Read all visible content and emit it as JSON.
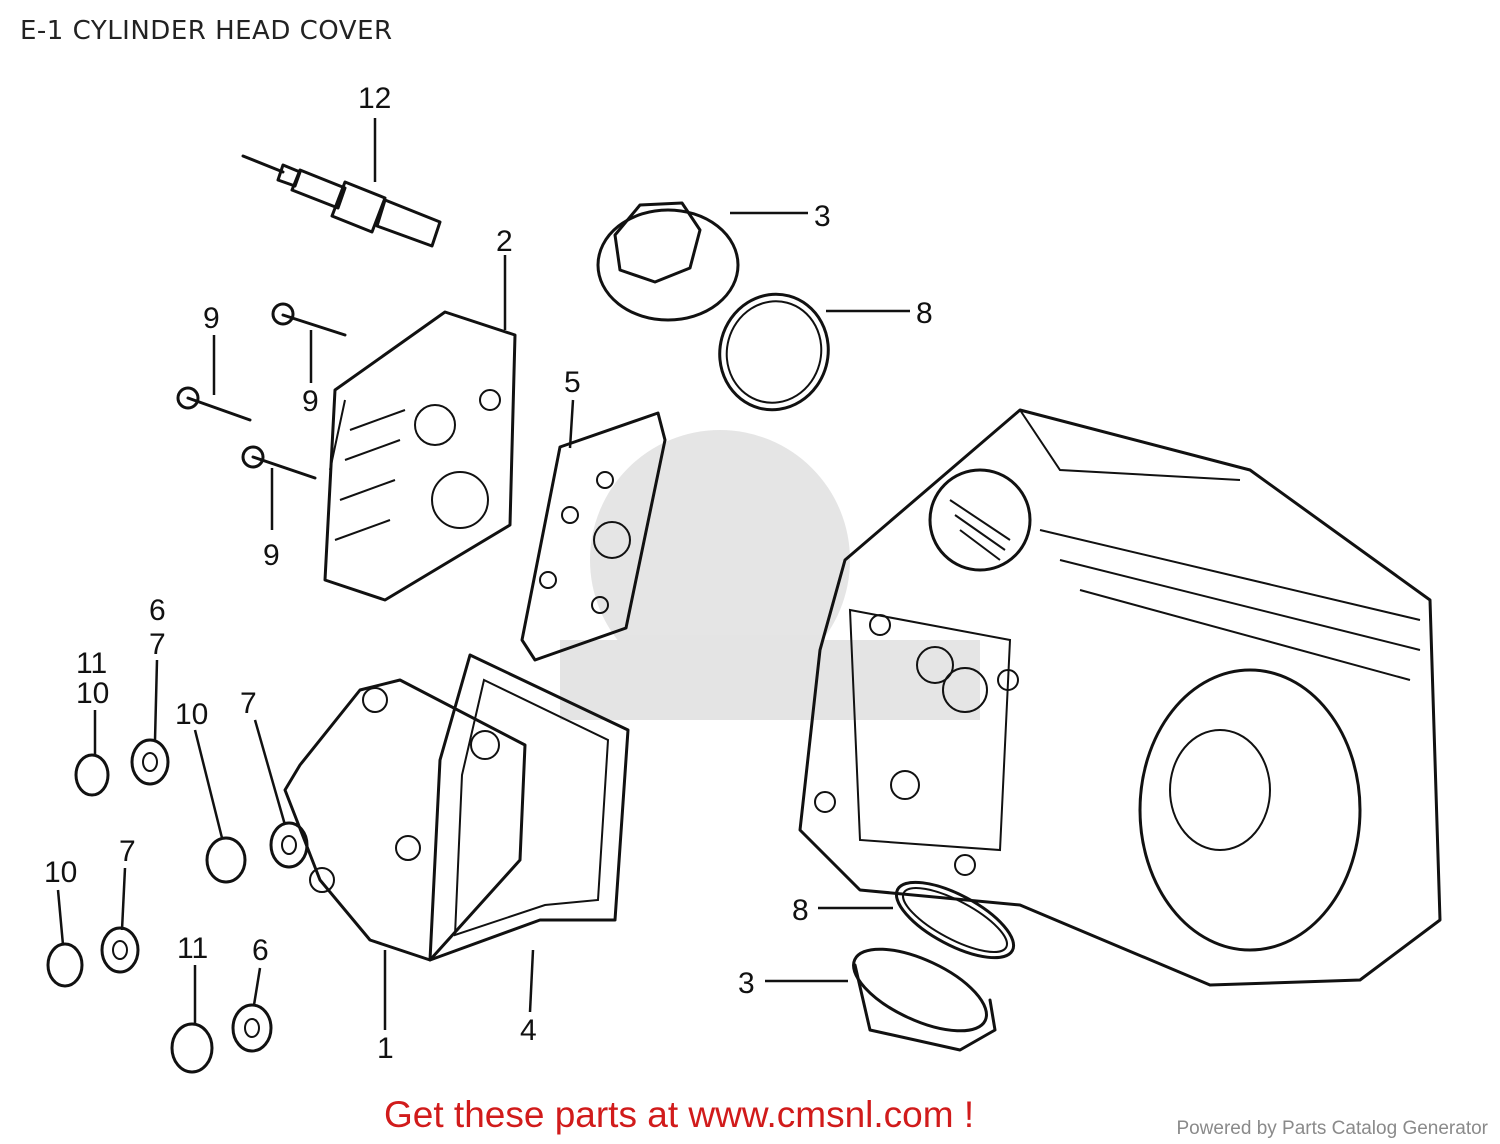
{
  "title": "E-1 CYLINDER HEAD COVER",
  "callouts": [
    {
      "id": "c12",
      "label": "12"
    },
    {
      "id": "c3a",
      "label": "3"
    },
    {
      "id": "c2",
      "label": "2"
    },
    {
      "id": "c8a",
      "label": "8"
    },
    {
      "id": "c9a",
      "label": "9"
    },
    {
      "id": "c9b",
      "label": "9"
    },
    {
      "id": "c9c",
      "label": "9"
    },
    {
      "id": "c5",
      "label": "5"
    },
    {
      "id": "c6a",
      "label": "6"
    },
    {
      "id": "c7a",
      "label": "7"
    },
    {
      "id": "c11a",
      "label": "11"
    },
    {
      "id": "c10a",
      "label": "10"
    },
    {
      "id": "c10b",
      "label": "10"
    },
    {
      "id": "c7b",
      "label": "7"
    },
    {
      "id": "c10c",
      "label": "10"
    },
    {
      "id": "c7c",
      "label": "7"
    },
    {
      "id": "c11b",
      "label": "11"
    },
    {
      "id": "c6b",
      "label": "6"
    },
    {
      "id": "c1",
      "label": "1"
    },
    {
      "id": "c4",
      "label": "4"
    },
    {
      "id": "c8b",
      "label": "8"
    },
    {
      "id": "c3b",
      "label": "3"
    }
  ],
  "footer": {
    "cta": "Get these parts at www.cmsnl.com !",
    "powered_by": "Powered by Parts Catalog Generator"
  }
}
